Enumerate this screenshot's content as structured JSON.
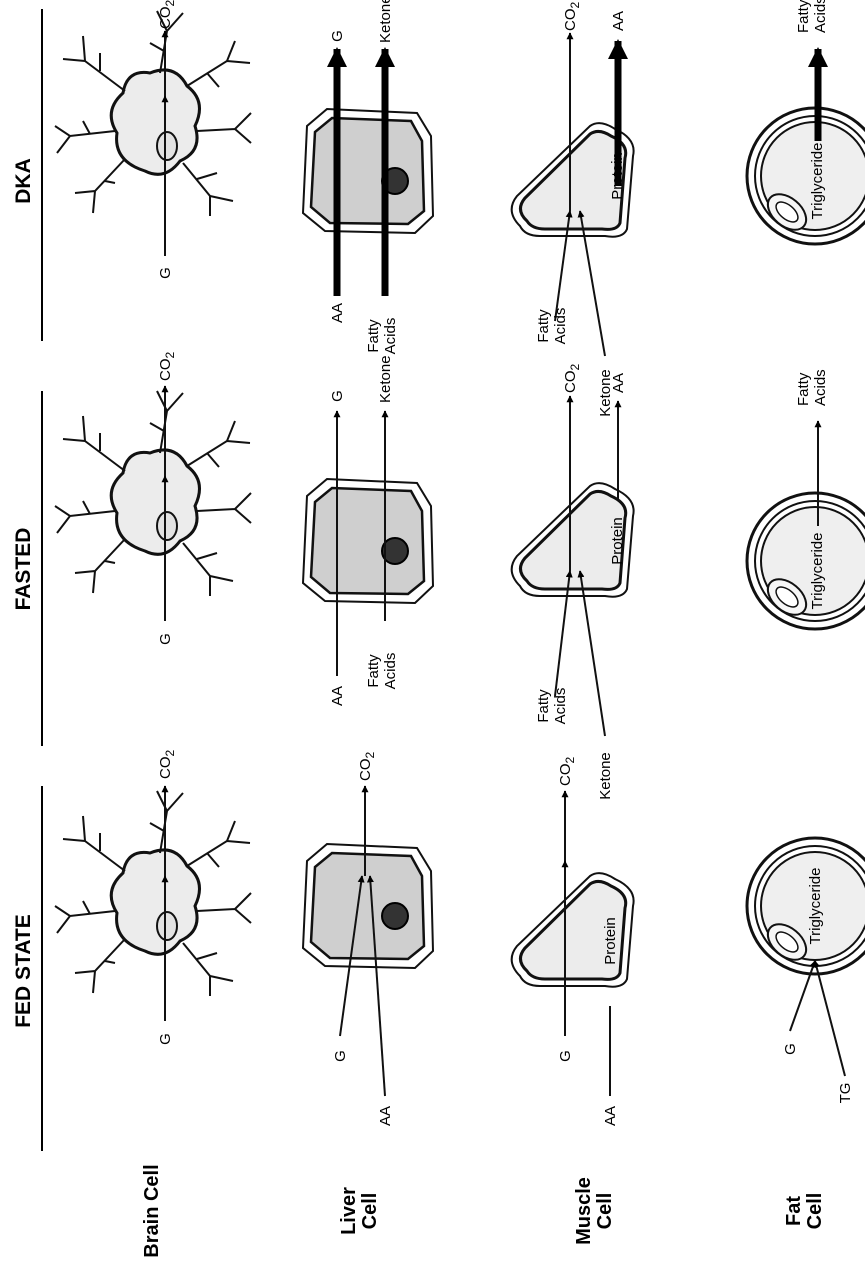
{
  "columns": {
    "fed": "FED STATE",
    "fasted": "FASTED",
    "dka": "DKA"
  },
  "rows": {
    "brain": "Brain Cell",
    "liver_1": "Liver",
    "liver_2": "Cell",
    "muscle_1": "Muscle",
    "muscle_2": "Cell",
    "fat_1": "Fat",
    "fat_2": "Cell"
  },
  "labels": {
    "g": "G",
    "co2": "CO",
    "co2_sub": "2",
    "aa": "AA",
    "ketone": "Ketone",
    "fatty": "Fatty",
    "acids": "Acids",
    "protein": "Protein",
    "triglyceride": "Triglyceride",
    "tg": "TG"
  }
}
